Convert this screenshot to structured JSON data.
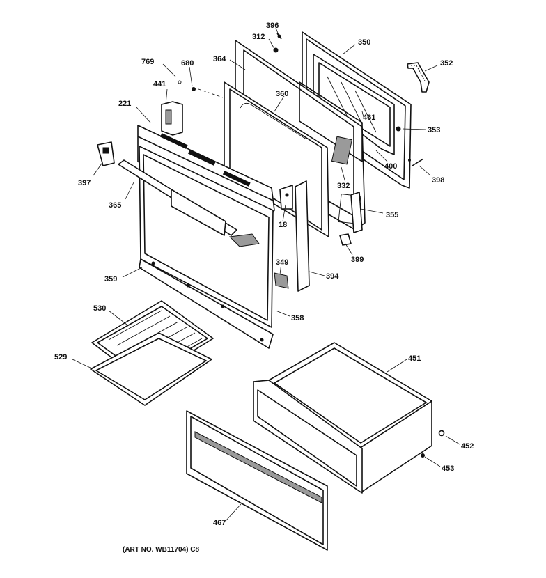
{
  "diagram": {
    "caption": "(ART NO. WB11704) C8",
    "callouts": {
      "p396": "396",
      "p312": "312",
      "p350": "350",
      "p352": "352",
      "p769": "769",
      "p680": "680",
      "p364": "364",
      "p441": "441",
      "p360": "360",
      "p461": "461",
      "p353": "353",
      "p221": "221",
      "p400": "400",
      "p398": "398",
      "p397": "397",
      "p332": "332",
      "p365": "365",
      "p355": "355",
      "p18": "18",
      "p399": "399",
      "p349": "349",
      "p394": "394",
      "p359": "359",
      "p358": "358",
      "p530": "530",
      "p451": "451",
      "p529": "529",
      "p452": "452",
      "p453": "453",
      "p467": "467"
    }
  }
}
